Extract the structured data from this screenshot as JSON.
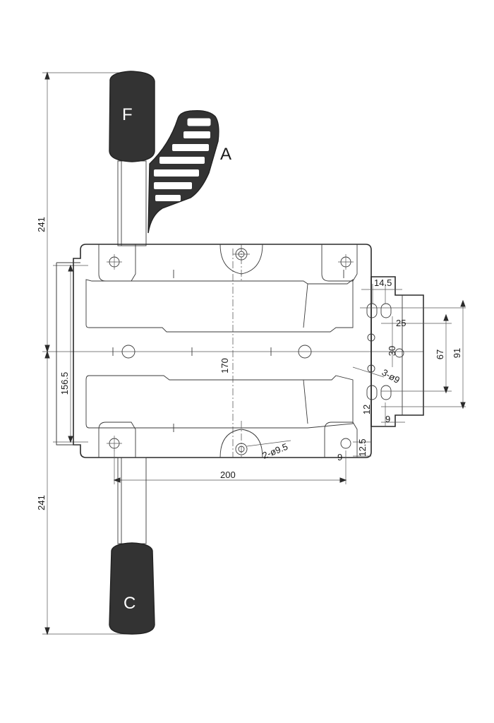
{
  "labels": {
    "handle_top": "F",
    "lever": "A",
    "handle_bottom": "C"
  },
  "dimensions": {
    "upper_height": "241",
    "lower_height": "241",
    "plate_height": "156.5",
    "center_height": "170",
    "hole_spacing": "200",
    "large_hole": "2-ø9.5",
    "slot_offset": "14.5",
    "slot_pitch_25": "25",
    "slot_pitch_30": "30",
    "small_holes": "3-ø9",
    "slot_width_12": "12",
    "slot_9": "9",
    "bottom_9": "9",
    "bottom_12_5": "12.5",
    "height_67": "67",
    "height_91": "91"
  }
}
